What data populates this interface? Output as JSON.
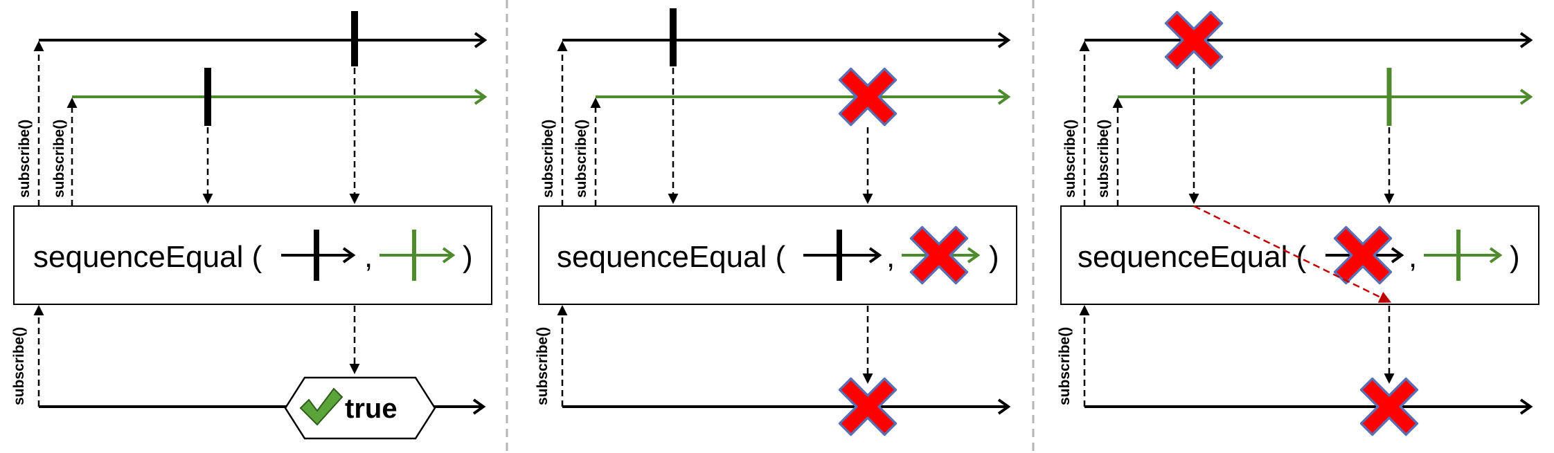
{
  "colors": {
    "black_line": "#000000",
    "green_line": "#4e8a2e",
    "cross_fill": "#ff0000",
    "cross_edge": "#5a6fb4",
    "check_fill": "#5aa43a",
    "divider": "#b4b4b4",
    "red_dashed": "#c00000"
  },
  "panels": [
    {
      "operator": {
        "name": "sequenceEqual",
        "open": "(",
        "comma": ",",
        "close": ")"
      },
      "subscribe_labels": [
        "subscribe()",
        "subscribe()",
        "subscribe()"
      ],
      "result": {
        "label": "true",
        "icon": "checkmark-icon"
      }
    },
    {
      "operator": {
        "name": "sequenceEqual",
        "open": "(",
        "comma": ",",
        "close": ")"
      },
      "subscribe_labels": [
        "subscribe()",
        "subscribe()",
        "subscribe()"
      ],
      "result": {
        "icon": "error-cross-icon"
      }
    },
    {
      "operator": {
        "name": "sequenceEqual",
        "open": "(",
        "comma": ",",
        "close": ")"
      },
      "subscribe_labels": [
        "subscribe()",
        "subscribe()",
        "subscribe()"
      ],
      "result": {
        "icon": "error-cross-icon"
      }
    }
  ]
}
